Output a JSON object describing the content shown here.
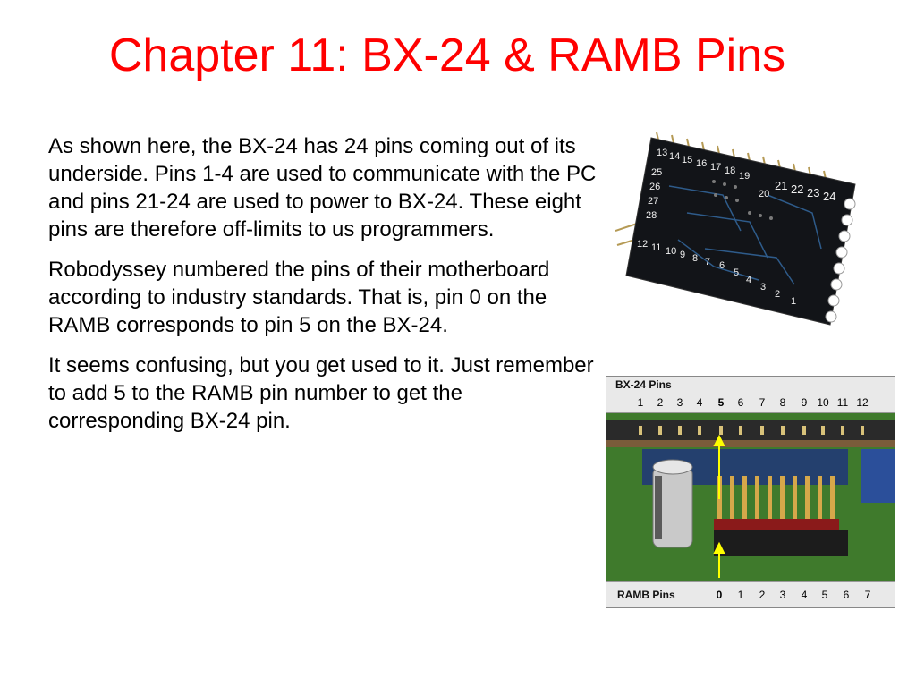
{
  "title": "Chapter 11: BX-24 & RAMB Pins",
  "paragraphs": [
    "As shown here, the BX-24 has 24 pins coming out of its underside.  Pins 1-4 are used to communicate with the PC and pins 21-24 are used to power to BX-24.  These eight pins are therefore off-limits to us programmers.",
    "Robodyssey numbered the pins of their motherboard according to industry standards.  That is, pin 0 on the RAMB corresponds to pin 5 on the BX-24.",
    "It seems confusing, but you get used to it.  Just remember to add 5 to the RAMB pin number to get the corresponding BX-24 pin."
  ],
  "chip_photo": {
    "pin_labels_top": [
      "13",
      "14",
      "15",
      "16",
      "17",
      "18",
      "19",
      "20",
      "21",
      "22",
      "23",
      "24"
    ],
    "pin_labels_side": [
      "25",
      "26",
      "27",
      "28"
    ],
    "pin_labels_bottom": [
      "12",
      "11",
      "10",
      "9",
      "8",
      "7",
      "6",
      "5",
      "4",
      "3",
      "2",
      "1"
    ]
  },
  "board_photo": {
    "header_label": "BX-24 Pins",
    "header_numbers": [
      "1",
      "2",
      "3",
      "4",
      "5",
      "6",
      "7",
      "8",
      "9",
      "10",
      "11",
      "12"
    ],
    "footer_label": "RAMB Pins",
    "footer_numbers": [
      "0",
      "1",
      "2",
      "3",
      "4",
      "5",
      "6",
      "7"
    ],
    "arrow_color": "#ffff00"
  }
}
